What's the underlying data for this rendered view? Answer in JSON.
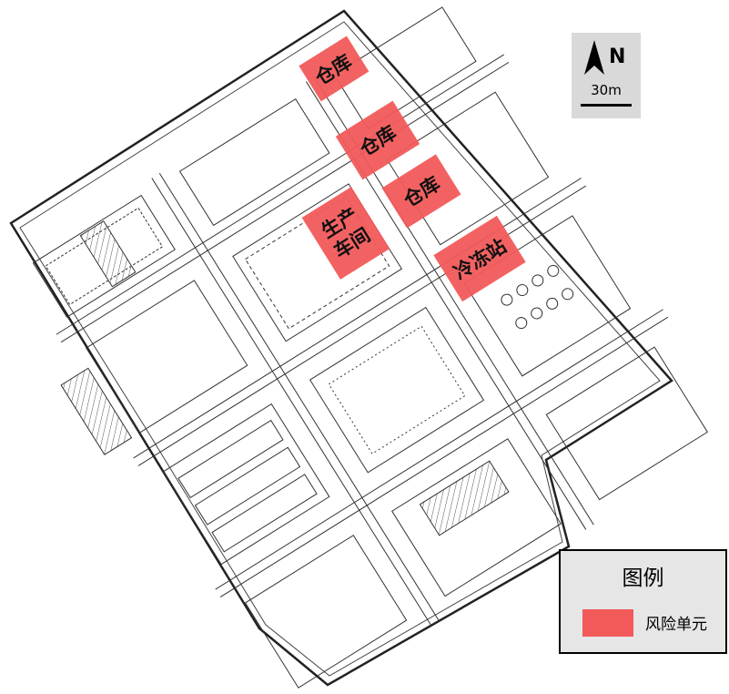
{
  "risk_units": [
    {
      "label": "仓库"
    },
    {
      "label": "仓库"
    },
    {
      "label": "仓库"
    },
    {
      "label_line1": "生产",
      "label_line2": "车间"
    },
    {
      "label": "冷冻站"
    }
  ],
  "north_arrow": {
    "letter": "N",
    "scale_text": "30m"
  },
  "legend": {
    "title": "图例",
    "item_label": "风险单元",
    "item_color": "#f25a5a"
  },
  "colors": {
    "risk": "#f25a5a",
    "line": "#333333"
  }
}
